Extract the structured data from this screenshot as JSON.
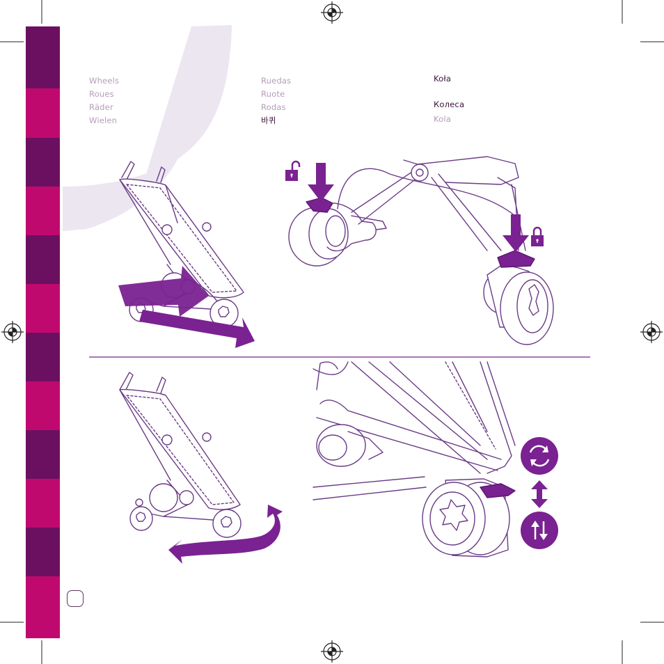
{
  "colors": {
    "tab_dark": "#6b1060",
    "tab_magenta": "#c0096e",
    "accent_purple": "#7a2291",
    "outline_purple": "#6a3b86",
    "watermark_lilac": "#ece6f1",
    "label_light": "#b69bbb",
    "label_dark": "#3a1237"
  },
  "labels": {
    "col1": [
      "Wheels",
      "Roues",
      "Räder",
      "Wielen"
    ],
    "col2": [
      "Ruedas",
      "Ruote",
      "Rodas",
      "바퀴"
    ],
    "col3": [
      "Koła",
      "Колеса",
      "Kola"
    ]
  },
  "icons": {
    "unlock": "open-padlock-icon",
    "lock": "closed-padlock-icon",
    "swivel": "rotate-arrows-icon",
    "fixed": "straight-arrows-icon",
    "toggle": "up-down-arrow-icon"
  },
  "page_number": ""
}
